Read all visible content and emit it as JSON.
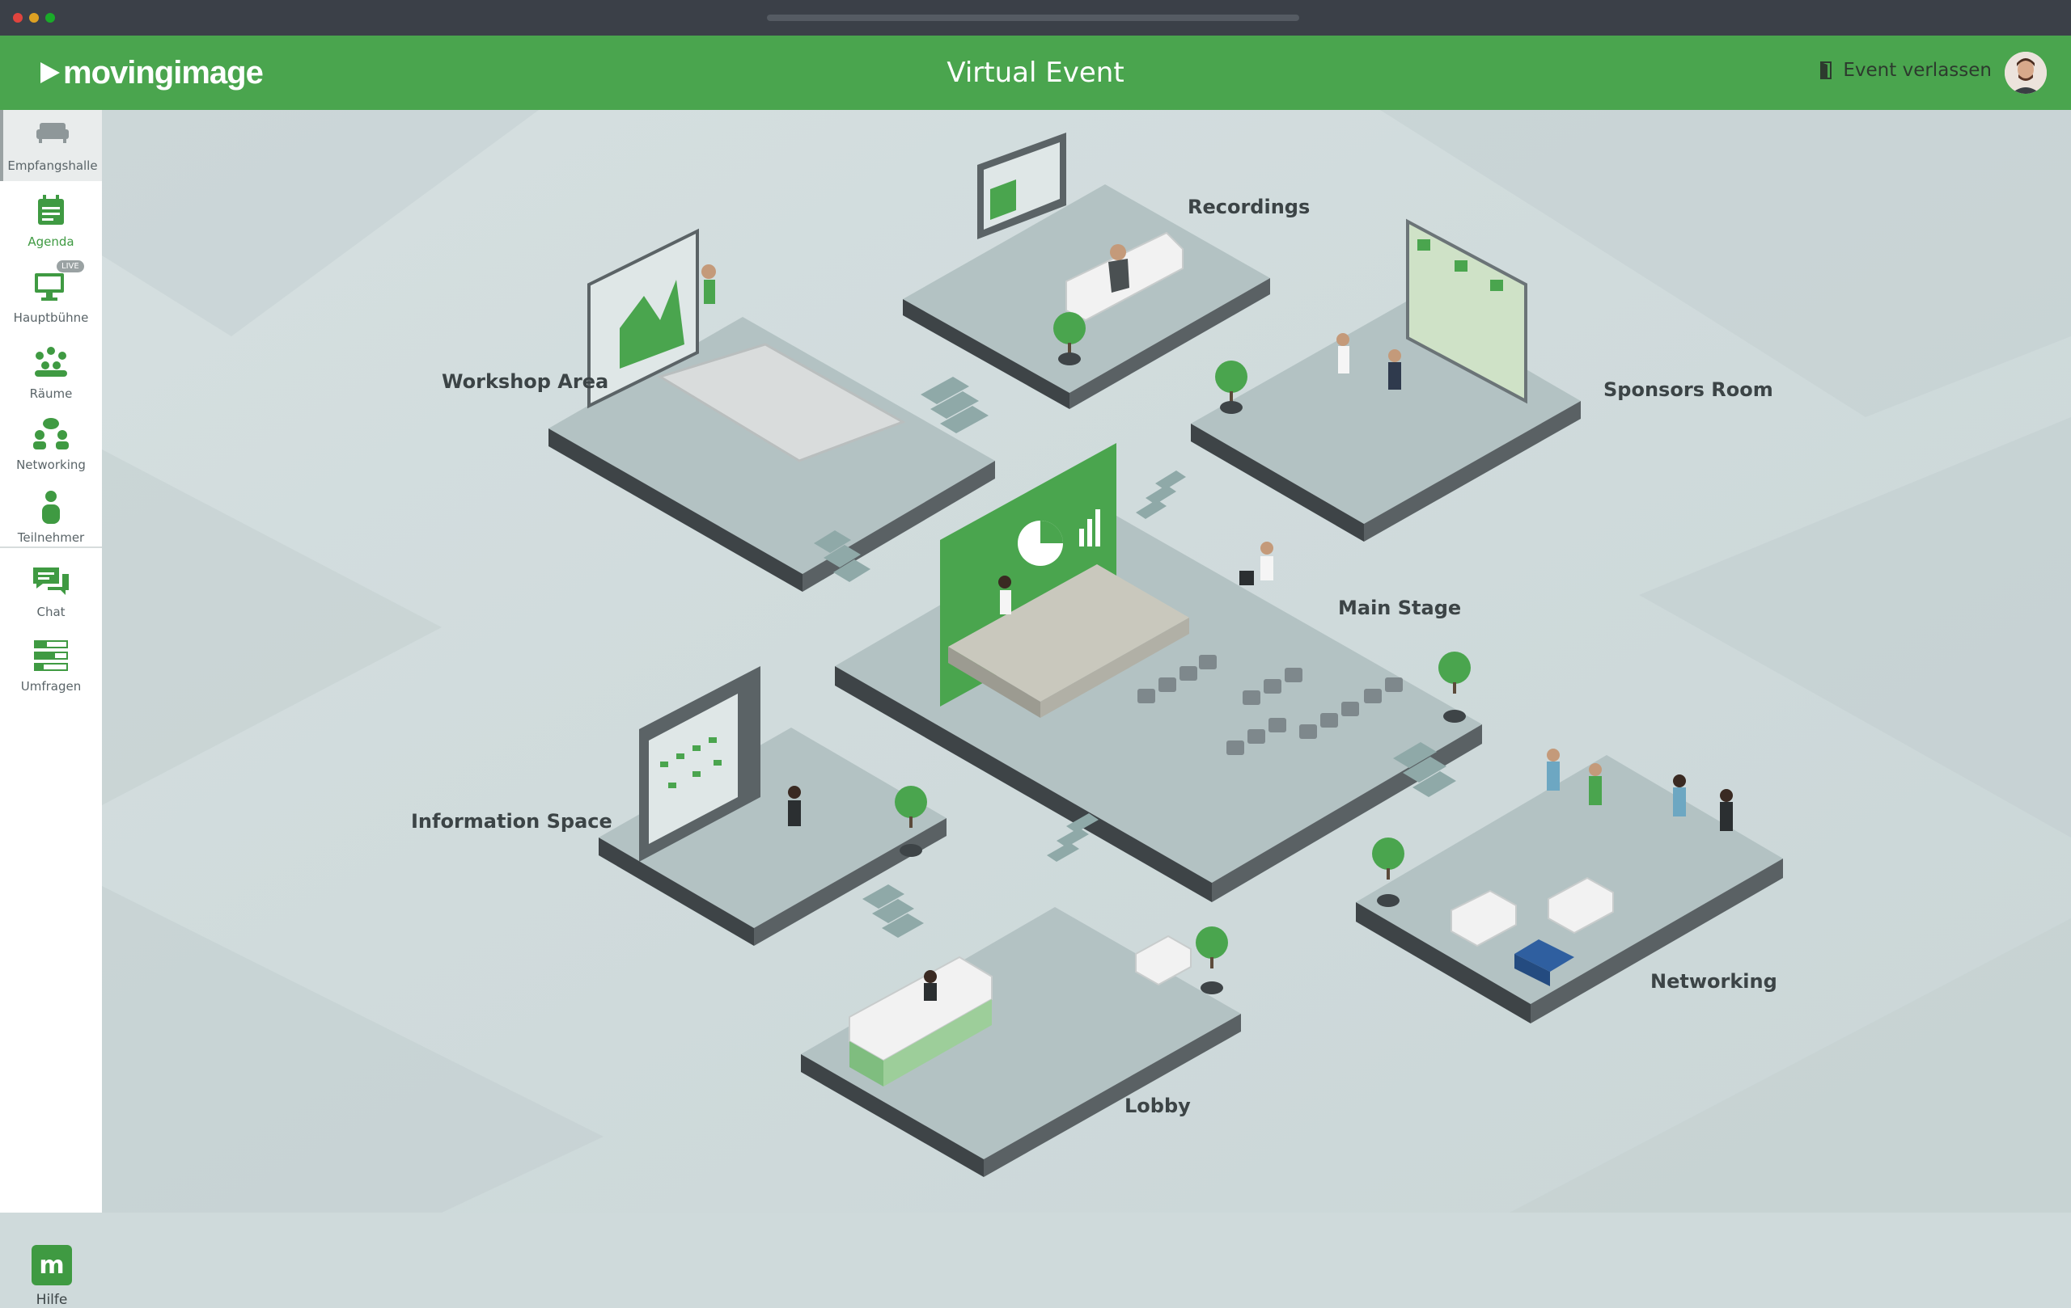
{
  "window": {
    "traffic_lights": [
      "#e0443e",
      "#dea123",
      "#1aab29"
    ]
  },
  "header": {
    "logo_text": "movingimage",
    "title": "Virtual Event",
    "leave_label": "Event verlassen",
    "brand_color": "#4aa54e"
  },
  "sidebar": {
    "items": [
      {
        "label": "Empfangshalle",
        "icon": "sofa-icon",
        "active": true
      },
      {
        "label": "Agenda",
        "icon": "calendar-icon",
        "active": false
      },
      {
        "label": "Hauptbühne",
        "icon": "monitor-icon",
        "badge": "LIVE"
      },
      {
        "label": "Räume",
        "icon": "group-icon"
      },
      {
        "label": "Networking",
        "icon": "networking-icon"
      },
      {
        "label": "Teilnehmer",
        "icon": "person-icon"
      },
      {
        "label": "Chat",
        "icon": "chat-icon"
      },
      {
        "label": "Umfragen",
        "icon": "poll-icon"
      }
    ],
    "help_label": "Hilfe"
  },
  "map": {
    "zones": [
      "Recordings",
      "Workshop Area",
      "Sponsors Room",
      "Main Stage",
      "Information Space",
      "Networking",
      "Lobby"
    ]
  }
}
